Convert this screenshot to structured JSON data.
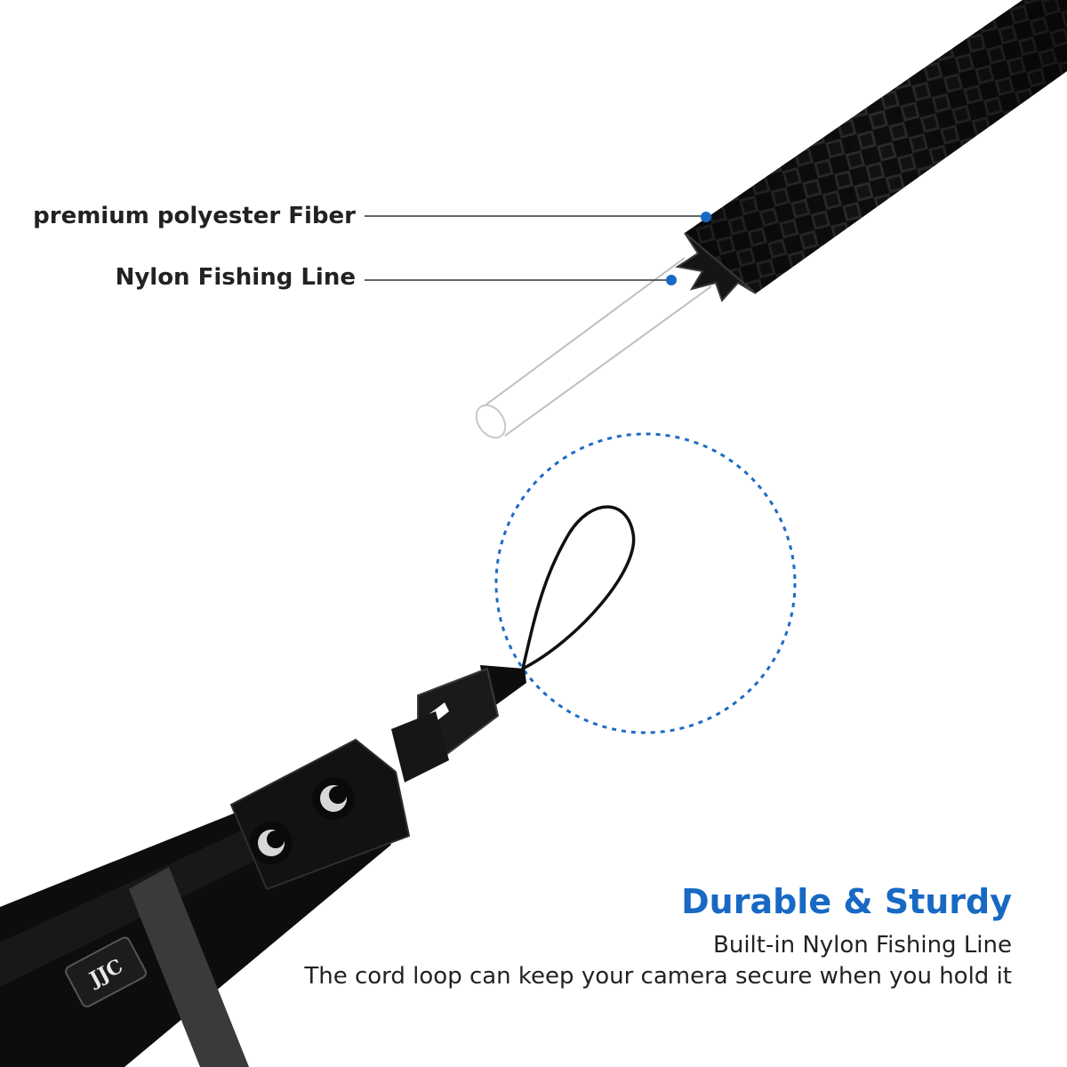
{
  "callouts": {
    "fiber": "premium polyester Fiber",
    "nylon": "Nylon Fishing Line"
  },
  "feature": {
    "title": "Durable & Sturdy",
    "line1": "Built-in Nylon Fishing Line",
    "line2": "The cord loop can keep your camera secure when you hold it"
  },
  "brand": "JJC",
  "colors": {
    "accent": "#1769c4",
    "text": "#222222",
    "strap": "#111111"
  }
}
